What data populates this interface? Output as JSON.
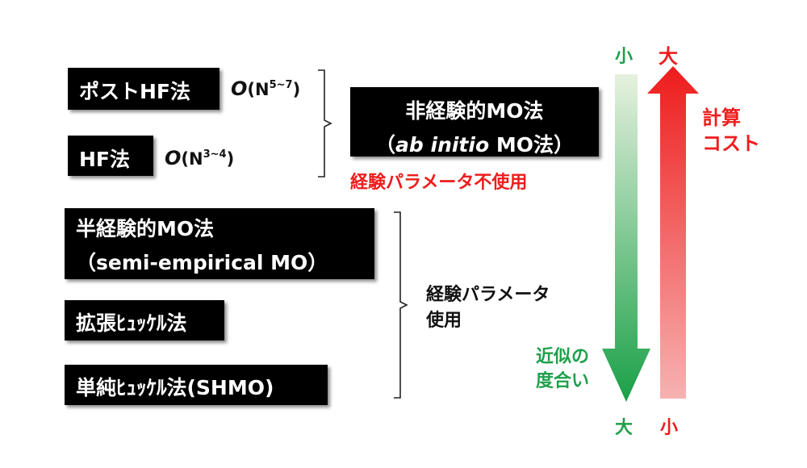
{
  "methods": {
    "post_hf": {
      "label": "ポストHF法",
      "cost_symbol": "O",
      "cost_base": "(N",
      "cost_exp": "5~7",
      "cost_close": ")"
    },
    "hf": {
      "label": "HF法",
      "cost_symbol": "O",
      "cost_base": "(N",
      "cost_exp": "3~4",
      "cost_close": ")"
    },
    "semi_empirical": {
      "line1": "半経験的MO法",
      "line2": "（semi-empirical MO）"
    },
    "extended_huckel": {
      "label": "拡張ﾋｭｯｹﾙ法"
    },
    "shmo": {
      "label": "単純ﾋｭｯｹﾙ法(SHMO)"
    }
  },
  "ab_initio": {
    "line1": "非経験的MO法",
    "line2_open": "（",
    "line2_italic": "ab initio",
    "line2_rest": " MO法）",
    "note": "経験パラメータ不使用"
  },
  "empirical_note": {
    "line1": "経験パラメータ",
    "line2": "使用"
  },
  "approx_arrow": {
    "top_label": "小",
    "bottom_label": "大",
    "side_line1": "近似の",
    "side_line2": "度合い",
    "color": "#1fa04b"
  },
  "cost_arrow": {
    "top_label": "大",
    "bottom_label": "小",
    "side_line1": "計算",
    "side_line2": "コスト",
    "color": "#f01e1e"
  }
}
